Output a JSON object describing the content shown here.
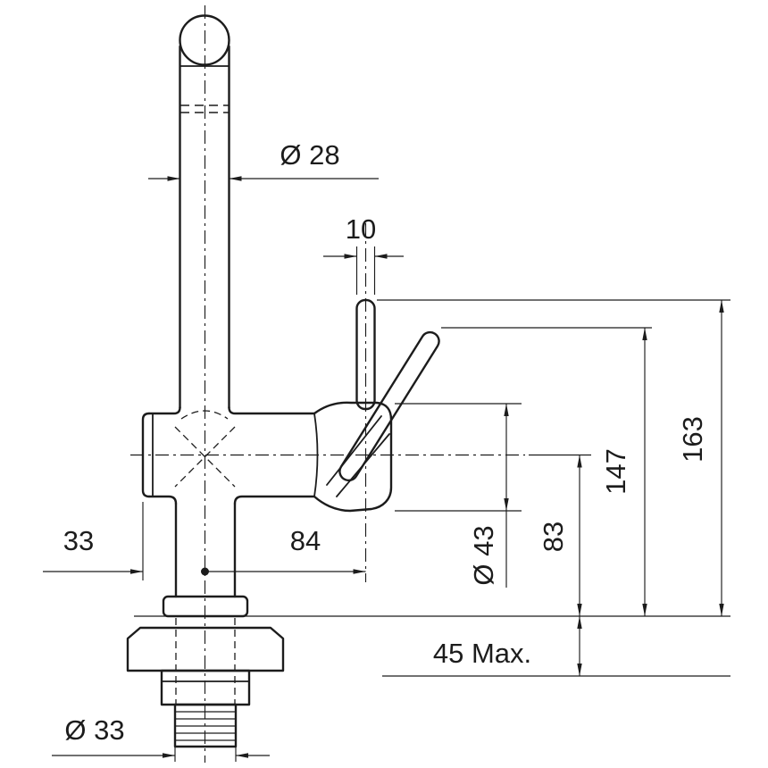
{
  "diagram": {
    "type": "technical-drawing",
    "subject": "kitchen-faucet-installation-dimensions",
    "background_color": "#ffffff",
    "line_color": "#1c1c1c",
    "labels": {
      "spout_diameter": "Ø 28",
      "handle_width": "10",
      "base_left_offset": "33",
      "handle_offset": "84",
      "valve_diameter": "Ø 43",
      "spout_axis_height": "83",
      "handle_tip_height": "147",
      "overall_height": "163",
      "max_deck_thickness": "45 Max.",
      "shank_diameter": "Ø 33"
    }
  }
}
